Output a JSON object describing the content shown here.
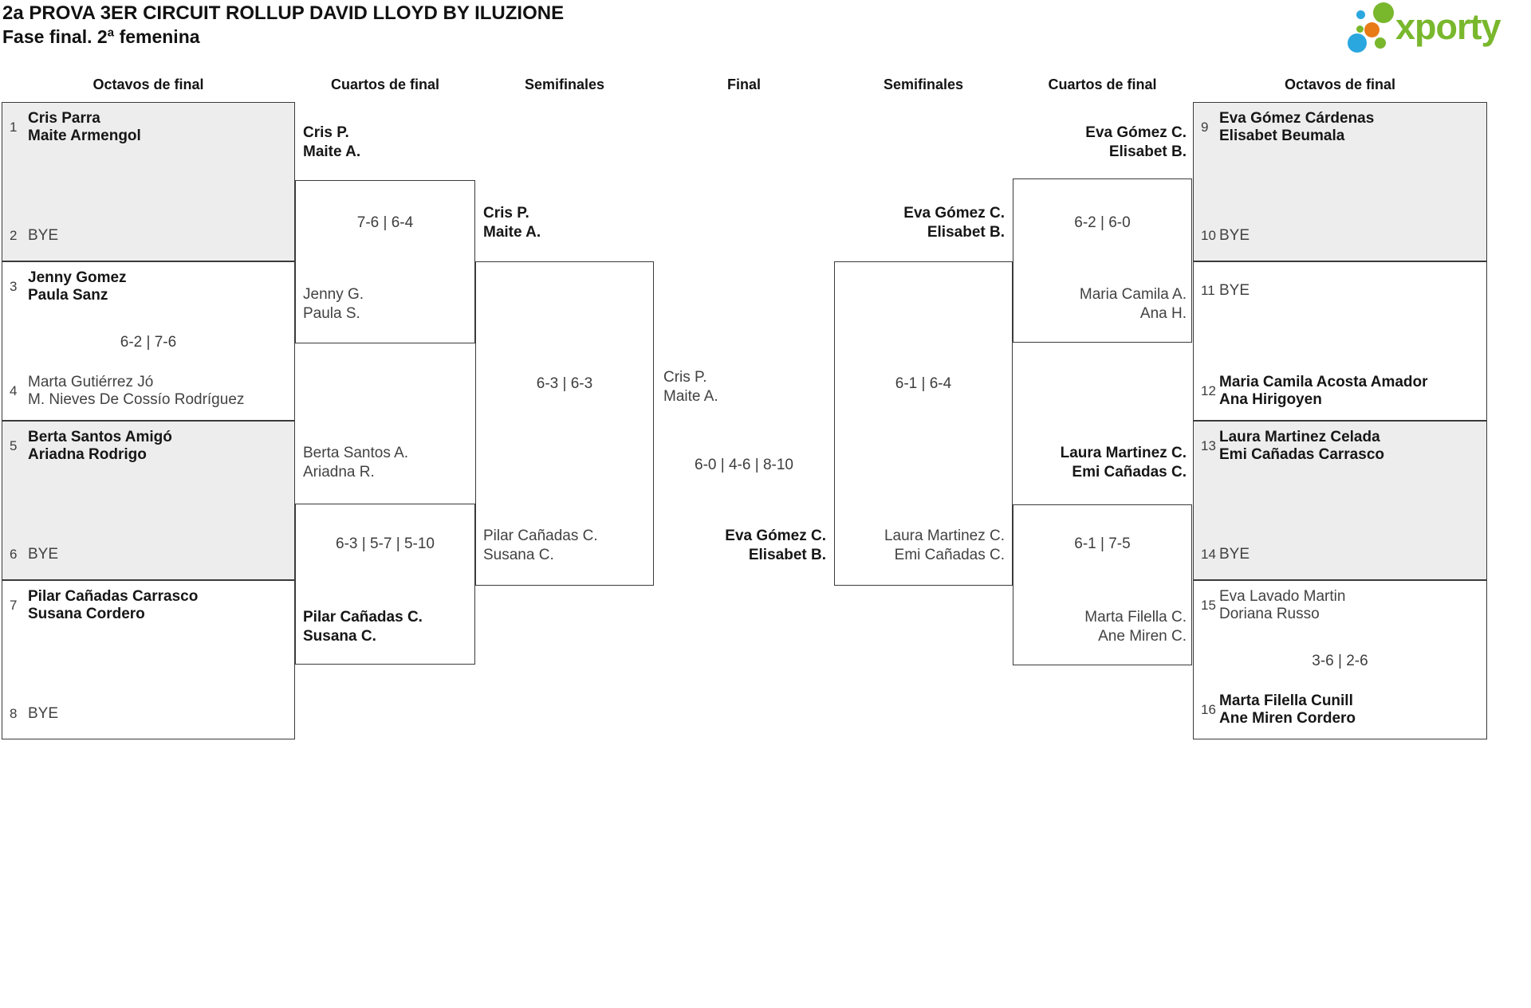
{
  "header": {
    "title": "2a PROVA 3ER CIRCUIT ROLLUP DAVID LLOYD BY ILUZIONE",
    "subtitle": "Fase final. 2ª femenina",
    "logo": {
      "text": "xporty",
      "colors": {
        "green": "#79b72c",
        "blue": "#2aa7df",
        "orange": "#e87b16"
      }
    }
  },
  "round_headers": {
    "octavos_left": "Octavos de final",
    "cuartos_left": "Cuartos de final",
    "semifinales_left": "Semifinales",
    "final": "Final",
    "semifinales_right": "Semifinales",
    "cuartos_right": "Cuartos de final",
    "octavos_right": "Octavos de final"
  },
  "colors": {
    "box_border": "#3a3a3a",
    "shaded_box_fill": "#ededed",
    "winner_text": "#161616",
    "regular_text": "#424242"
  },
  "octavos_left": [
    {
      "shaded": true,
      "score": "",
      "top": {
        "seed": "1",
        "name1": "Cris Parra",
        "name2": "Maite Armengol",
        "winner": true
      },
      "bottom": {
        "seed": "2",
        "name1": "BYE",
        "bye": true
      }
    },
    {
      "shaded": false,
      "score": "6-2 | 7-6",
      "top": {
        "seed": "3",
        "name1": "Jenny Gomez",
        "name2": "Paula Sanz",
        "winner": true
      },
      "bottom": {
        "seed": "4",
        "name1": "Marta Gutiérrez Jó",
        "name2": "M. Nieves De Cossío Rodríguez",
        "winner": false
      }
    },
    {
      "shaded": true,
      "score": "",
      "top": {
        "seed": "5",
        "name1": "Berta Santos Amigó",
        "name2": "Ariadna Rodrigo",
        "winner": true
      },
      "bottom": {
        "seed": "6",
        "name1": "BYE",
        "bye": true
      }
    },
    {
      "shaded": false,
      "score": "",
      "top": {
        "seed": "7",
        "name1": "Pilar Cañadas Carrasco",
        "name2": "Susana Cordero",
        "winner": true
      },
      "bottom": {
        "seed": "8",
        "name1": "BYE",
        "bye": true
      }
    }
  ],
  "octavos_right": [
    {
      "shaded": true,
      "score": "",
      "top": {
        "seed": "9",
        "name1": "Eva Gómez Cárdenas",
        "name2": "Elisabet Beumala",
        "winner": true
      },
      "bottom": {
        "seed": "10",
        "name1": "BYE",
        "bye": true
      }
    },
    {
      "shaded": false,
      "score": "",
      "top": {
        "seed": "11",
        "name1": "BYE",
        "bye": true
      },
      "bottom": {
        "seed": "12",
        "name1": "Maria Camila Acosta Amador",
        "name2": "Ana Hirigoyen",
        "winner": true
      }
    },
    {
      "shaded": true,
      "score": "",
      "top": {
        "seed": "13",
        "name1": "Laura Martinez Celada",
        "name2": "Emi Cañadas Carrasco",
        "winner": true
      },
      "bottom": {
        "seed": "14",
        "name1": "BYE",
        "bye": true
      }
    },
    {
      "shaded": false,
      "score": "3-6 | 2-6",
      "top": {
        "seed": "15",
        "name1": "Eva Lavado Martin",
        "name2": "Doriana Russo",
        "winner": false
      },
      "bottom": {
        "seed": "16",
        "name1": "Marta Filella Cunill",
        "name2": "Ane Miren Cordero",
        "winner": true
      }
    }
  ],
  "cuartos_left": [
    {
      "score": "7-6 | 6-4",
      "top": {
        "name1": "Cris P.",
        "name2": "Maite A.",
        "winner": true
      },
      "bottom": {
        "name1": "Jenny G.",
        "name2": "Paula S.",
        "winner": false
      }
    },
    {
      "score": "6-3 | 5-7 | 5-10",
      "top": {
        "name1": "Berta Santos A.",
        "name2": "Ariadna R.",
        "winner": false
      },
      "bottom": {
        "name1": "Pilar Cañadas C.",
        "name2": "Susana C.",
        "winner": true
      }
    }
  ],
  "cuartos_right": [
    {
      "score": "6-2 | 6-0",
      "top": {
        "name1": "Eva Gómez C.",
        "name2": "Elisabet B.",
        "winner": true
      },
      "bottom": {
        "name1": "Maria Camila A.",
        "name2": "Ana H.",
        "winner": false
      }
    },
    {
      "score": "6-1 | 7-5",
      "top": {
        "name1": "Laura Martinez C.",
        "name2": "Emi Cañadas C.",
        "winner": true
      },
      "bottom": {
        "name1": "Marta Filella C.",
        "name2": "Ane Miren C.",
        "winner": false
      }
    }
  ],
  "semifinal_left": {
    "score": "6-3 | 6-3",
    "top": {
      "name1": "Cris P.",
      "name2": "Maite A.",
      "winner": true
    },
    "bottom": {
      "name1": "Pilar Cañadas C.",
      "name2": "Susana C.",
      "winner": false
    }
  },
  "semifinal_right": {
    "score": "6-1 | 6-4",
    "top": {
      "name1": "Eva Gómez C.",
      "name2": "Elisabet B.",
      "winner": true
    },
    "bottom": {
      "name1": "Laura Martinez C.",
      "name2": "Emi Cañadas C.",
      "winner": false
    }
  },
  "final": {
    "score": "6-0 | 4-6 | 8-10",
    "left": {
      "name1": "Cris P.",
      "name2": "Maite A.",
      "winner": false
    },
    "right": {
      "name1": "Eva Gómez C.",
      "name2": "Elisabet B.",
      "winner": true
    }
  }
}
